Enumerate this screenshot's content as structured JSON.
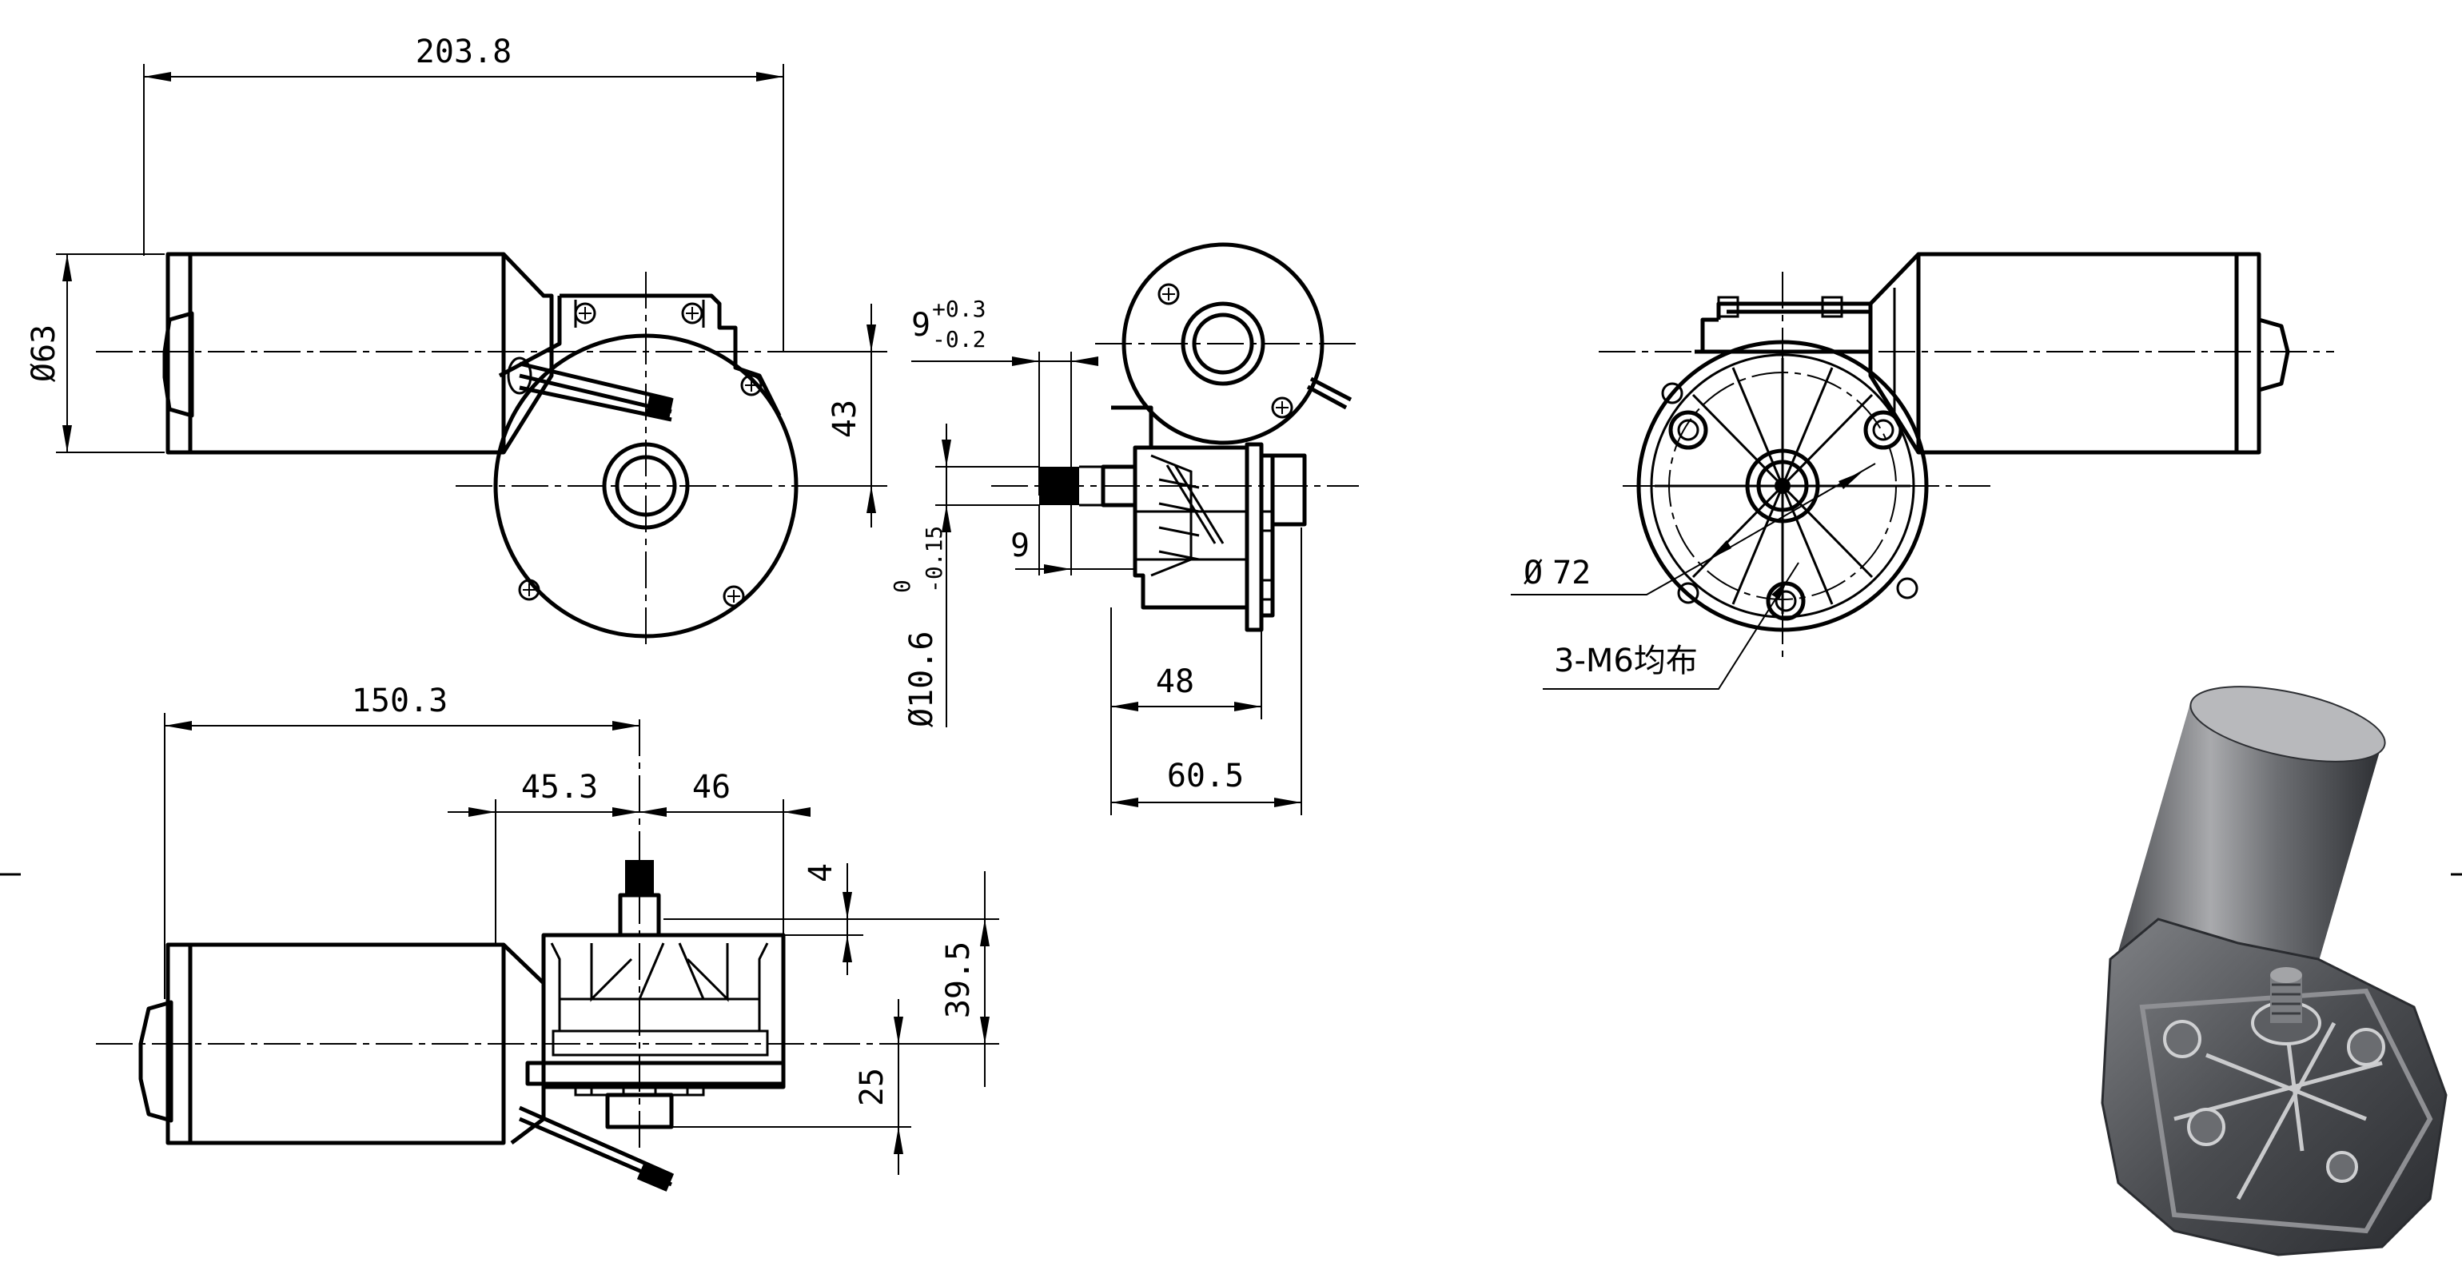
{
  "dimensions": {
    "overall_length": "203.8",
    "motor_diameter_symbol": "Ø",
    "motor_diameter": "63",
    "output_offset": "43",
    "shaft_diameter_symbol": "Ø",
    "shaft_diameter": "10.6",
    "shaft_tol_upper": "0",
    "shaft_tol_lower": "-0.15",
    "flat_width": "9",
    "flat_tol_upper": "+0.3",
    "flat_tol_lower": "-0.2",
    "flat_depth": "9",
    "depth_48": "48",
    "depth_60_5": "60.5",
    "side_length": "150.3",
    "left_offset": "45.3",
    "right_offset": "46",
    "shaft_protrusion": "4",
    "shaft_height": "39.5",
    "axis_height": "25",
    "bolt_circle_symbol": "Ø",
    "bolt_circle": "72",
    "thread_callout": "3-M6均布"
  },
  "colors": {
    "line": "#000000",
    "background": "#ffffff",
    "render_shade_dark": "#3c3e42",
    "render_shade_light": "#a8a8ab"
  }
}
